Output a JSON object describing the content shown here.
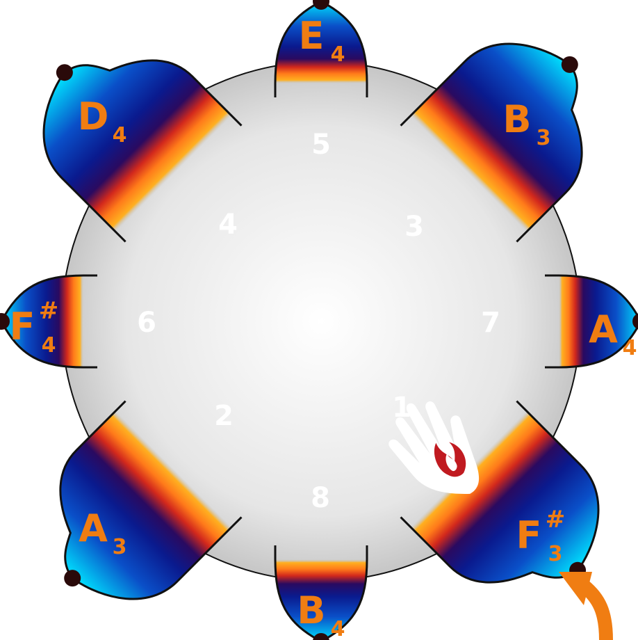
{
  "colors": {
    "note": "#f07d12",
    "outline": "#111111",
    "hole": "#2a0a0a",
    "tongue_top": "#00e5ff",
    "tongue_mid": "#0b2aa8",
    "tongue_deep": "#05005a",
    "edge_hot": "#ff9a10",
    "edge_red": "#e0301c",
    "body_center": "#ffffff",
    "body_edge": "#c8c8c8",
    "hand": "#ffffff",
    "hand_flame": "#c01a20"
  },
  "tongues": [
    {
      "number": "1",
      "note": "F",
      "octave": "3",
      "accidental": "#"
    },
    {
      "number": "2",
      "note": "A",
      "octave": "3",
      "accidental": ""
    },
    {
      "number": "3",
      "note": "B",
      "octave": "3",
      "accidental": ""
    },
    {
      "number": "4",
      "note": "D",
      "octave": "4",
      "accidental": ""
    },
    {
      "number": "5",
      "note": "E",
      "octave": "4",
      "accidental": ""
    },
    {
      "number": "6",
      "note": "F",
      "octave": "4",
      "accidental": "#"
    },
    {
      "number": "7",
      "note": "A",
      "octave": "4",
      "accidental": ""
    },
    {
      "number": "8",
      "note": "B",
      "octave": "4",
      "accidental": ""
    }
  ],
  "icons": {
    "hand": "hand-strike-icon",
    "arrow": "curved-arrow-icon"
  }
}
